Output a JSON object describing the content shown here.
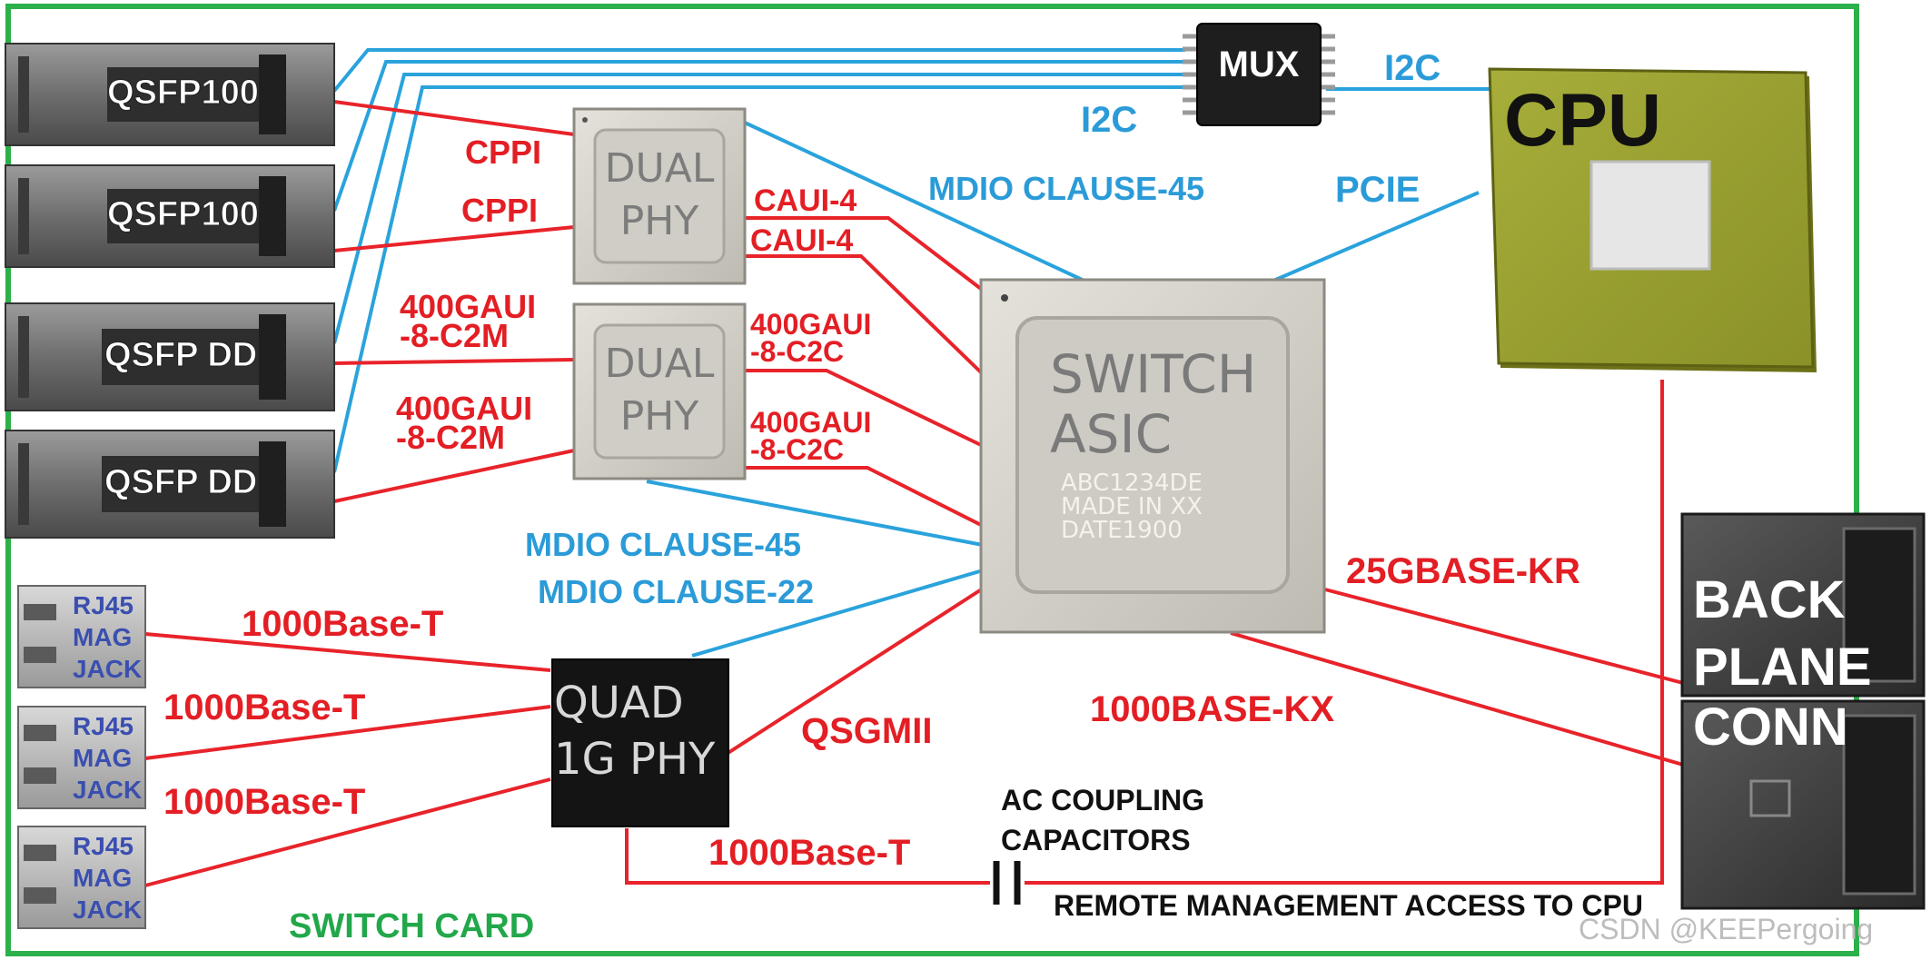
{
  "colors": {
    "board_border": "#2bb04a",
    "signal_red": "#e8232a",
    "signal_blue": "#2aa3dc",
    "label_red": "#e31e24",
    "label_blue": "#2b9bd8",
    "label_green": "#22a84a",
    "cpu_green": "#9aa131",
    "chip_silver": "#d6d4cc",
    "chip_black": "#141414",
    "rj45_text": "#3a4fb0"
  },
  "modules": {
    "qsfp": [
      "QSFP100",
      "QSFP100",
      "QSFP DD",
      "QSFP DD"
    ],
    "rj45": [
      [
        "RJ45",
        "MAG",
        "JACK"
      ],
      [
        "RJ45",
        "MAG",
        "JACK"
      ],
      [
        "RJ45",
        "MAG",
        "JACK"
      ]
    ]
  },
  "chips": {
    "mux": "MUX",
    "cpu": "CPU",
    "phy_top": [
      "DUAL",
      "PHY"
    ],
    "phy_bottom": [
      "DUAL",
      "PHY"
    ],
    "asic_title": [
      "SWITCH",
      "ASIC"
    ],
    "asic_marking": [
      "ABC1234DE",
      "MADE IN XX",
      "DATE1900"
    ],
    "quad_phy": [
      "QUAD",
      "1G PHY"
    ],
    "backplane": [
      "BACK",
      "PLANE",
      "CONN"
    ]
  },
  "labels": {
    "i2c_left": "I2C",
    "i2c_right": "I2C",
    "cppi": [
      "CPPI",
      "CPPI"
    ],
    "caui": [
      "CAUI-4",
      "CAUI-4"
    ],
    "c2m_1": [
      "400GAUI",
      "-8-C2M"
    ],
    "c2m_2": [
      "400GAUI",
      "-8-C2M"
    ],
    "c2c_1": [
      "400GAUI",
      "-8-C2C"
    ],
    "c2c_2": [
      "400GAUI",
      "-8-C2C"
    ],
    "mdio45_top": "MDIO CLAUSE-45",
    "pcie": "PCIE",
    "mdio45_mid": "MDIO CLAUSE-45",
    "mdio22": "MDIO CLAUSE-22",
    "base_t": [
      "1000Base-T",
      "1000Base-T",
      "1000Base-T"
    ],
    "qsgmii": "QSGMII",
    "base_kr": "25GBASE-KR",
    "base_kx": "1000BASE-KX",
    "base_t_bottom": "1000Base-T",
    "ac_coupling": [
      "AC COUPLING",
      "CAPACITORS"
    ],
    "remote_mgmt": "REMOTE MANAGEMENT ACCESS TO CPU",
    "switch_card": "SWITCH CARD",
    "watermark": "CSDN @KEEPergoing"
  }
}
